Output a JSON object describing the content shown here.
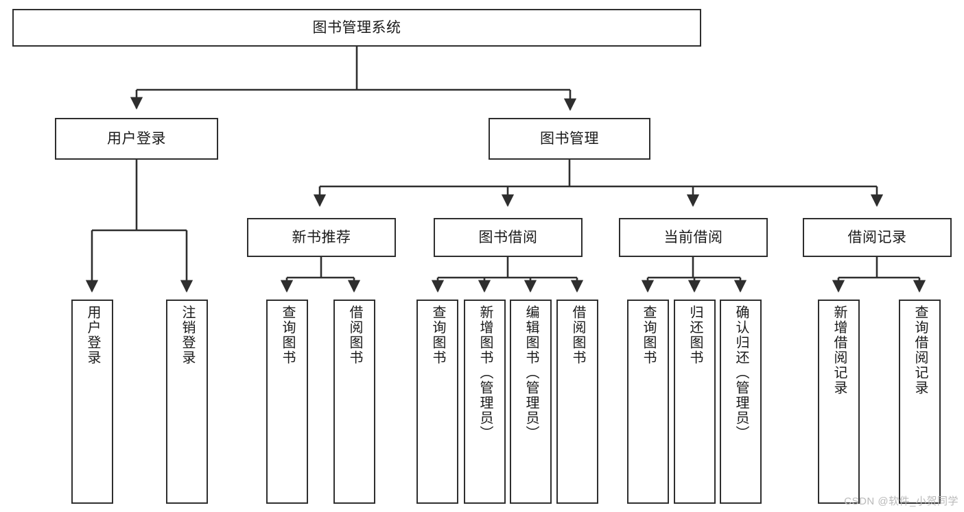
{
  "diagram": {
    "title": "图书管理系统",
    "type": "tree",
    "watermark": "CSDN @软件_小贺同学",
    "colors": {
      "box_border": "#2e2e2e",
      "box_fill": "#ffffff",
      "edge": "#2e2e2e",
      "text": "#1a1a1a",
      "watermark": "#b9b9b9",
      "background": "#ffffff"
    },
    "nodes": {
      "root": {
        "label": "图书管理系统"
      },
      "level1": [
        {
          "label": "用户登录"
        },
        {
          "label": "图书管理"
        }
      ],
      "level2": [
        {
          "label": "新书推荐"
        },
        {
          "label": "图书借阅"
        },
        {
          "label": "当前借阅"
        },
        {
          "label": "借阅记录"
        }
      ],
      "leaves_user_login": [
        {
          "label": "用户登录"
        },
        {
          "label": "注销登录"
        }
      ],
      "leaves_new_books": [
        {
          "label": "查询图书"
        },
        {
          "label": "借阅图书"
        }
      ],
      "leaves_borrow": [
        {
          "label": "查询图书"
        },
        {
          "label": "新增图书（管理员）"
        },
        {
          "label": "编辑图书（管理员）"
        },
        {
          "label": "借阅图书"
        }
      ],
      "leaves_current": [
        {
          "label": "查询图书"
        },
        {
          "label": "归还图书"
        },
        {
          "label": "确认归还（管理员）"
        }
      ],
      "leaves_records": [
        {
          "label": "新增借阅记录"
        },
        {
          "label": "查询借阅记录"
        }
      ]
    }
  }
}
